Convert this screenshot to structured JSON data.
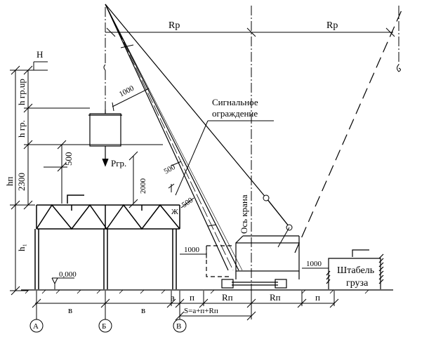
{
  "labels": {
    "rp_left": "Rp",
    "rp_right": "Rp",
    "h_marker": "H",
    "h_gr_up": "h гр.up",
    "h_gr": "h гр.",
    "h_n": "hп",
    "dim_2300": "2300",
    "dim_500_a": "500",
    "dim_500_b": "500",
    "dim_500_c": "500",
    "dim_1000_boom": "1000",
    "dim_2000": "2000",
    "dim_1000_crane": "1000",
    "dim_1000_stack": "1000",
    "p_gr": "Pгр.",
    "h1": "h₁",
    "elev_0": "0,000",
    "signal_line1": "Сигнальное",
    "signal_line2": "ограждение",
    "crane_axis": "Ось крана",
    "stack_line1": "Штабель",
    "stack_line2": "груза",
    "zh": "Ж",
    "bottom_v1": "в",
    "bottom_v2": "в",
    "bottom_a": "а",
    "bottom_p1": "п",
    "bottom_rp1": "Rп",
    "bottom_rp2": "Rп",
    "bottom_p2": "п",
    "formula": "S=а+п+Rп",
    "axis_a": "А",
    "axis_b": "Б",
    "axis_v": "В"
  }
}
